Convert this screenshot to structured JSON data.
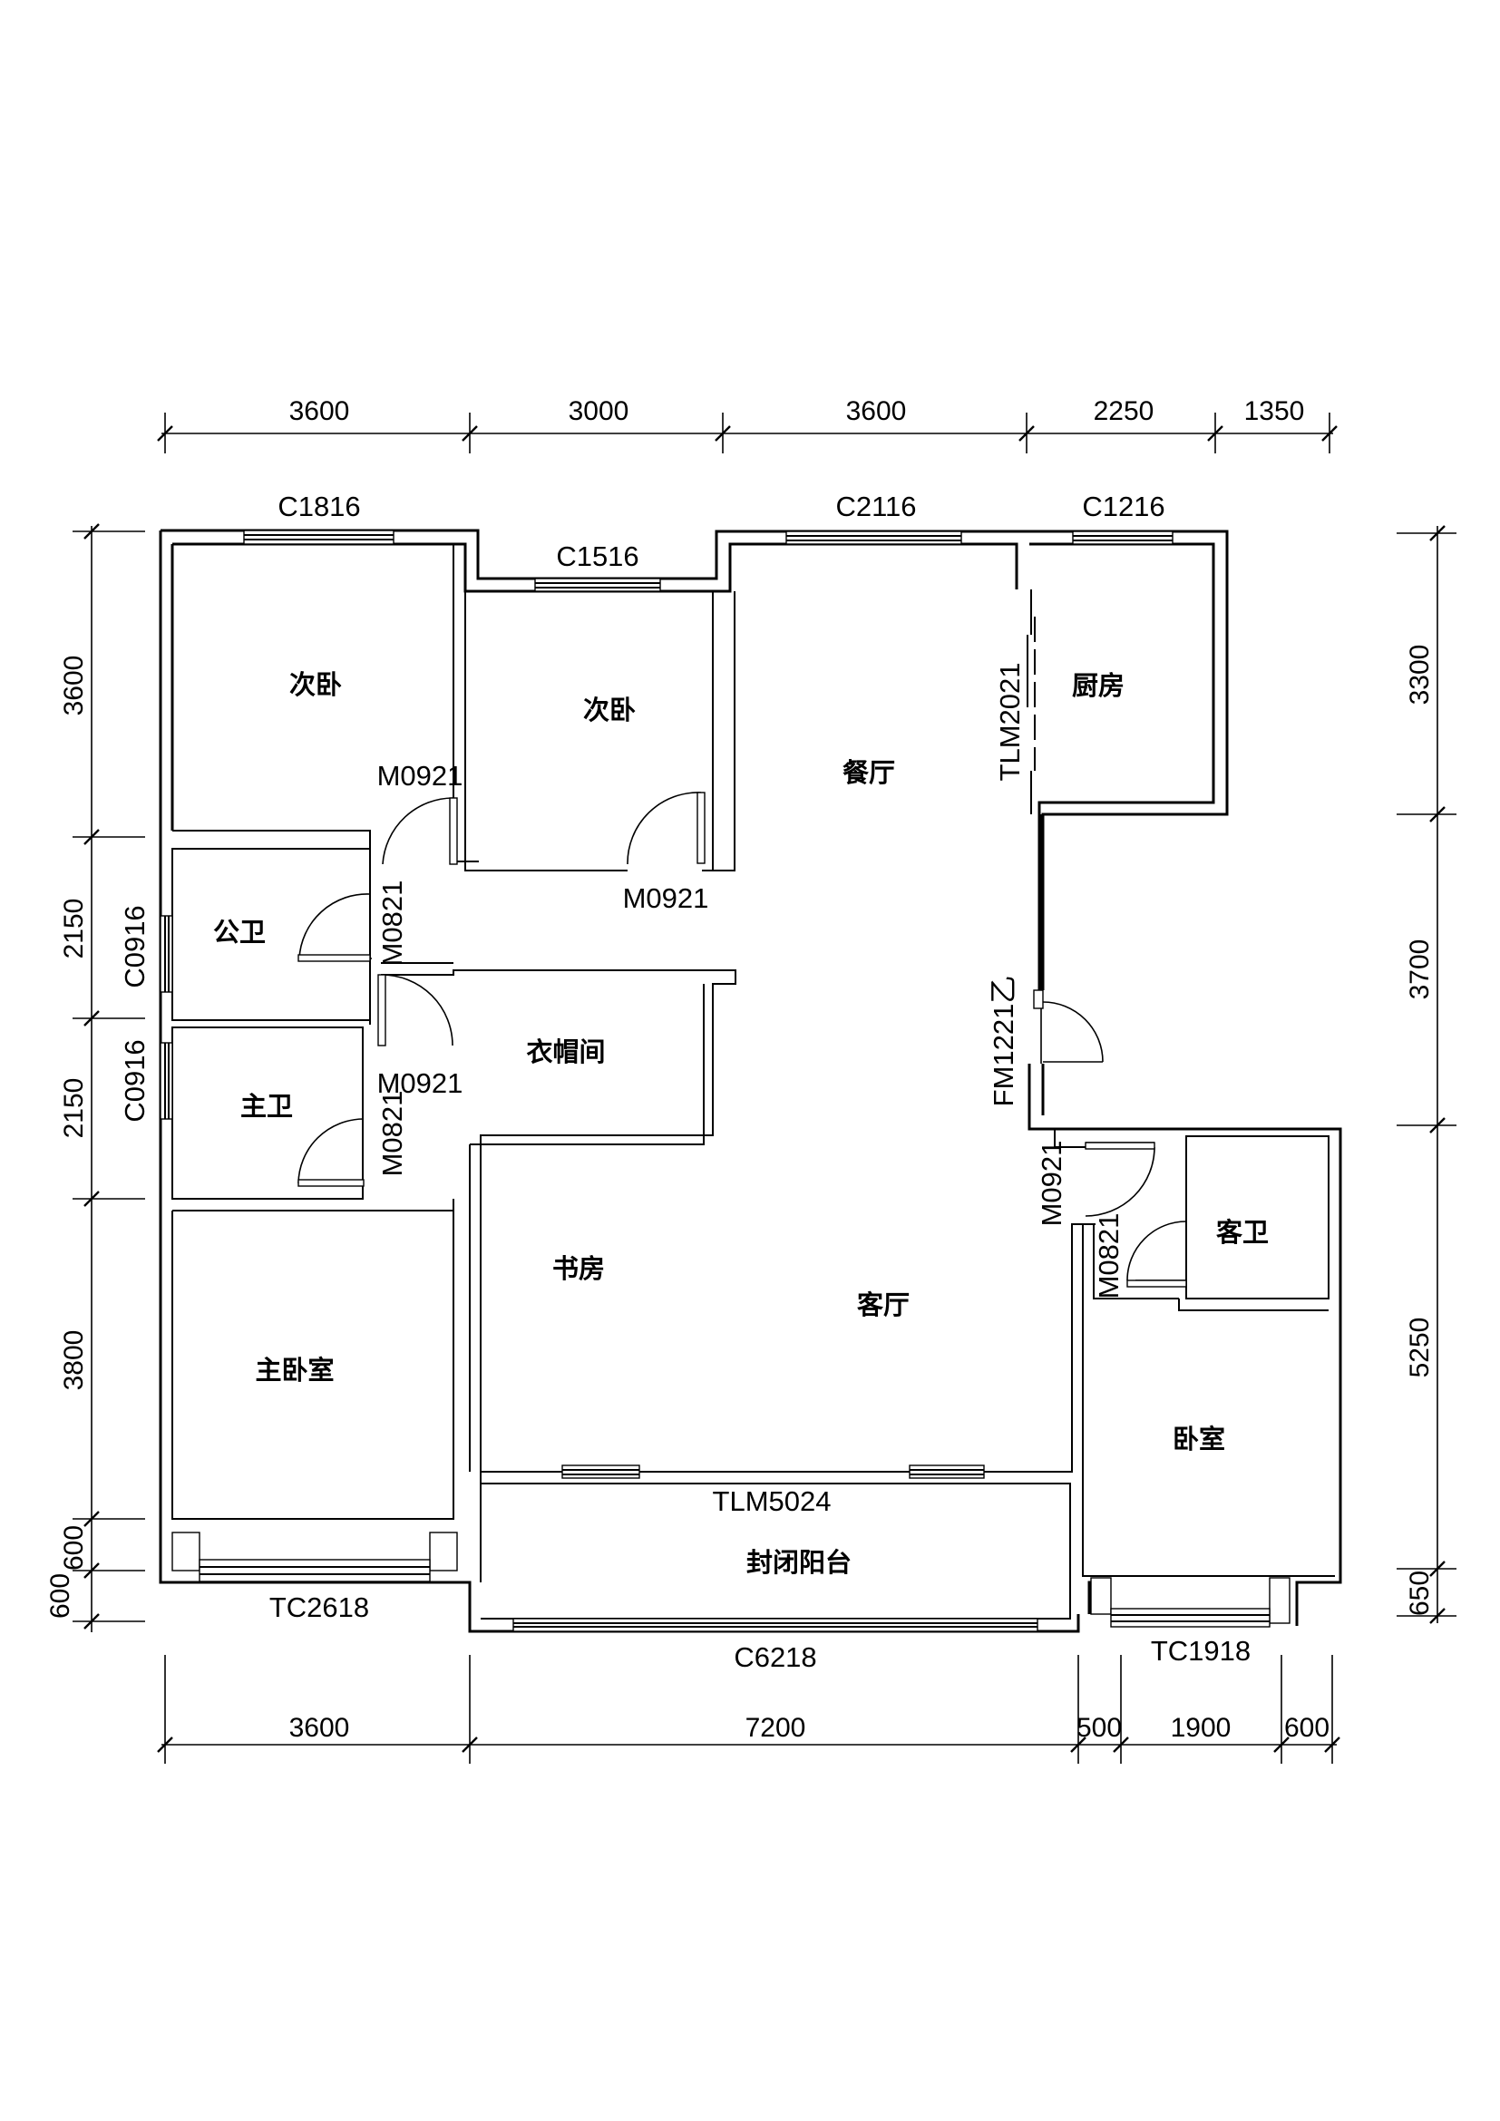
{
  "rooms": {
    "bedroom2_left": "次卧",
    "bedroom2_mid": "次卧",
    "dining": "餐厅",
    "kitchen": "厨房",
    "public_bath": "公卫",
    "master_bath": "主卫",
    "cloakroom": "衣帽间",
    "study": "书房",
    "living": "客厅",
    "master_bedroom": "主卧室",
    "closed_balcony": "封闭阳台",
    "guest_bath": "客卫",
    "bedroom": "卧室"
  },
  "openings": {
    "c1816": "C1816",
    "c1516": "C1516",
    "c2116": "C2116",
    "c1216": "C1216",
    "tlm2021": "TLM2021",
    "m0921_a": "M0921",
    "m0921_b": "M0921",
    "m0821_a": "M0821",
    "c0916_a": "C0916",
    "m0921_c": "M0921",
    "c0916_b": "C0916",
    "m0821_b": "M0821",
    "fm1221": "FM1221乙",
    "m0921_d": "M0921",
    "m0821_c": "M0821",
    "tlm5024": "TLM5024",
    "tc2618": "TC2618",
    "c6218": "C6218",
    "tc1918": "TC1918"
  },
  "dimensions": {
    "top": [
      "3600",
      "3000",
      "3600",
      "2250",
      "1350"
    ],
    "bottom": [
      "3600",
      "7200",
      "500",
      "1900",
      "600"
    ],
    "left": [
      "3600",
      "2150",
      "2150",
      "3800",
      "600",
      "600"
    ],
    "right": [
      "3300",
      "3700",
      "5250",
      "650"
    ]
  }
}
